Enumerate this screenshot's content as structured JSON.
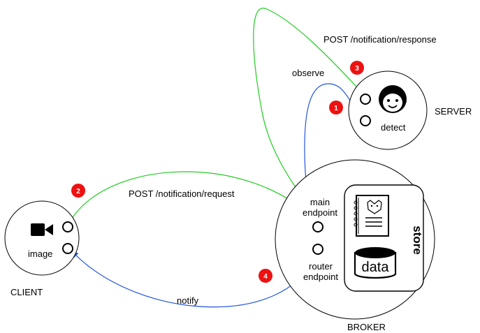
{
  "nodes": {
    "client": {
      "label": "CLIENT",
      "icon_label": "image",
      "icon": "video-camera-icon"
    },
    "server": {
      "label": "SERVER",
      "icon_label": "detect",
      "icon": "face-icon"
    },
    "broker": {
      "label": "BROKER",
      "main_endpoint_line1": "main",
      "main_endpoint_line2": "endpoint",
      "router_endpoint_line1": "router",
      "router_endpoint_line2": "endpoint"
    },
    "store": {
      "label": "store",
      "notebook_icon": "notebook-icon",
      "data_label": "data"
    }
  },
  "edges": {
    "post_request": {
      "label": "POST /notification/request",
      "step": "2",
      "color": "#22cc22"
    },
    "observe": {
      "label": "observe",
      "step": "1",
      "color": "#2255dd"
    },
    "post_response": {
      "label": "POST /notification/response",
      "step": "3",
      "color": "#22cc22"
    },
    "notify": {
      "label": "notify",
      "step": "4",
      "color": "#2255dd"
    }
  },
  "colors": {
    "badge": "#ee1111",
    "stroke": "#000000"
  }
}
